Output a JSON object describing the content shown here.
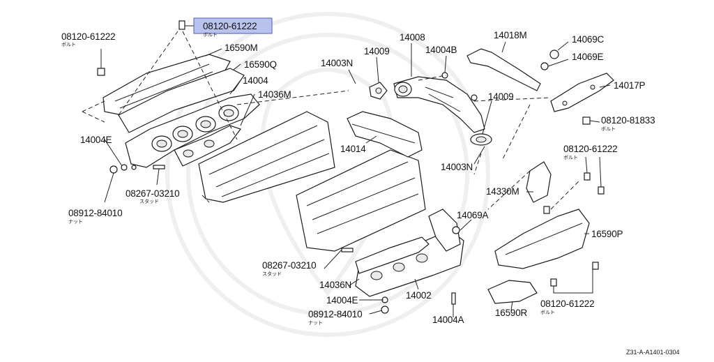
{
  "labels": {
    "bolt_top_highlight": "08120-61222",
    "bolt_top_left": "08120-61222",
    "bolt_jp": "ボルト",
    "nut_jp": "ナット",
    "stud_jp": "スタッド",
    "p16590M": "16590M",
    "p16590Q": "16590Q",
    "p14004": "14004",
    "p14036M": "14036M",
    "p14004E_left": "14004E",
    "stud_left": "08267-03210",
    "nut_left": "08912-84010",
    "p14003N_top": "14003N",
    "p14009_top": "14009",
    "p14008": "14008",
    "p14004B": "14004B",
    "p14014": "14014",
    "p14009_right": "14009",
    "p14003N_right": "14003N",
    "p14018M": "14018M",
    "p14069C": "14069C",
    "p14069E": "14069E",
    "p14017P": "14017P",
    "bolt_right": "08120-81833",
    "bolt_right_mid": "08120-61222",
    "p14330M": "14330M",
    "p16590P": "16590P",
    "p14069A": "14069A",
    "stud_bottom": "08267-03210",
    "p14036N": "14036N",
    "p14004E_bottom": "14004E",
    "p14002": "14002",
    "nut_bottom": "08912-84010",
    "p14004A": "14004A",
    "p16590R": "16590R",
    "bolt_bottom_right": "08120-61222",
    "diagram_code": "Z31-A-A1401-0304"
  }
}
